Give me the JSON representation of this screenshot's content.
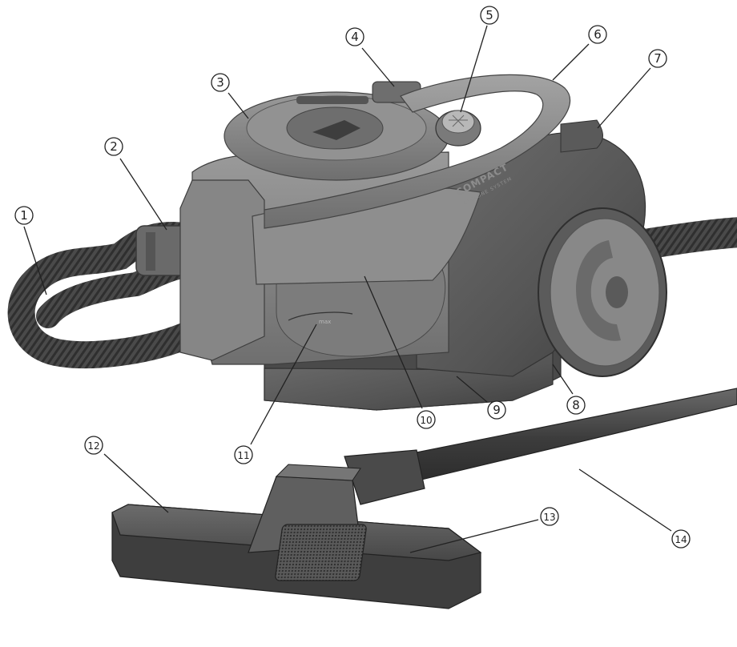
{
  "product": {
    "brand_text": "COMPACT",
    "brand_sub": "CYCLONE SYSTEM",
    "max_mark": "max"
  },
  "callouts": [
    {
      "id": 1,
      "label": "①"
    },
    {
      "id": 2,
      "label": "②"
    },
    {
      "id": 3,
      "label": "③"
    },
    {
      "id": 4,
      "label": "④"
    },
    {
      "id": 5,
      "label": "⑤"
    },
    {
      "id": 6,
      "label": "⑥"
    },
    {
      "id": 7,
      "label": "⑦"
    },
    {
      "id": 8,
      "label": "⑧"
    },
    {
      "id": 9,
      "label": "⑨"
    },
    {
      "id": 10,
      "label": "⑩"
    },
    {
      "id": 11,
      "label": "⑪"
    },
    {
      "id": 12,
      "label": "⑫"
    },
    {
      "id": 13,
      "label": "⑬"
    },
    {
      "id": 14,
      "label": "⑭"
    }
  ],
  "colors": {
    "body": "#5d5d5d",
    "body_dark": "#4a4a4a",
    "body_light": "#767676",
    "transparent": "#8a8a8a",
    "line": "#222222"
  }
}
